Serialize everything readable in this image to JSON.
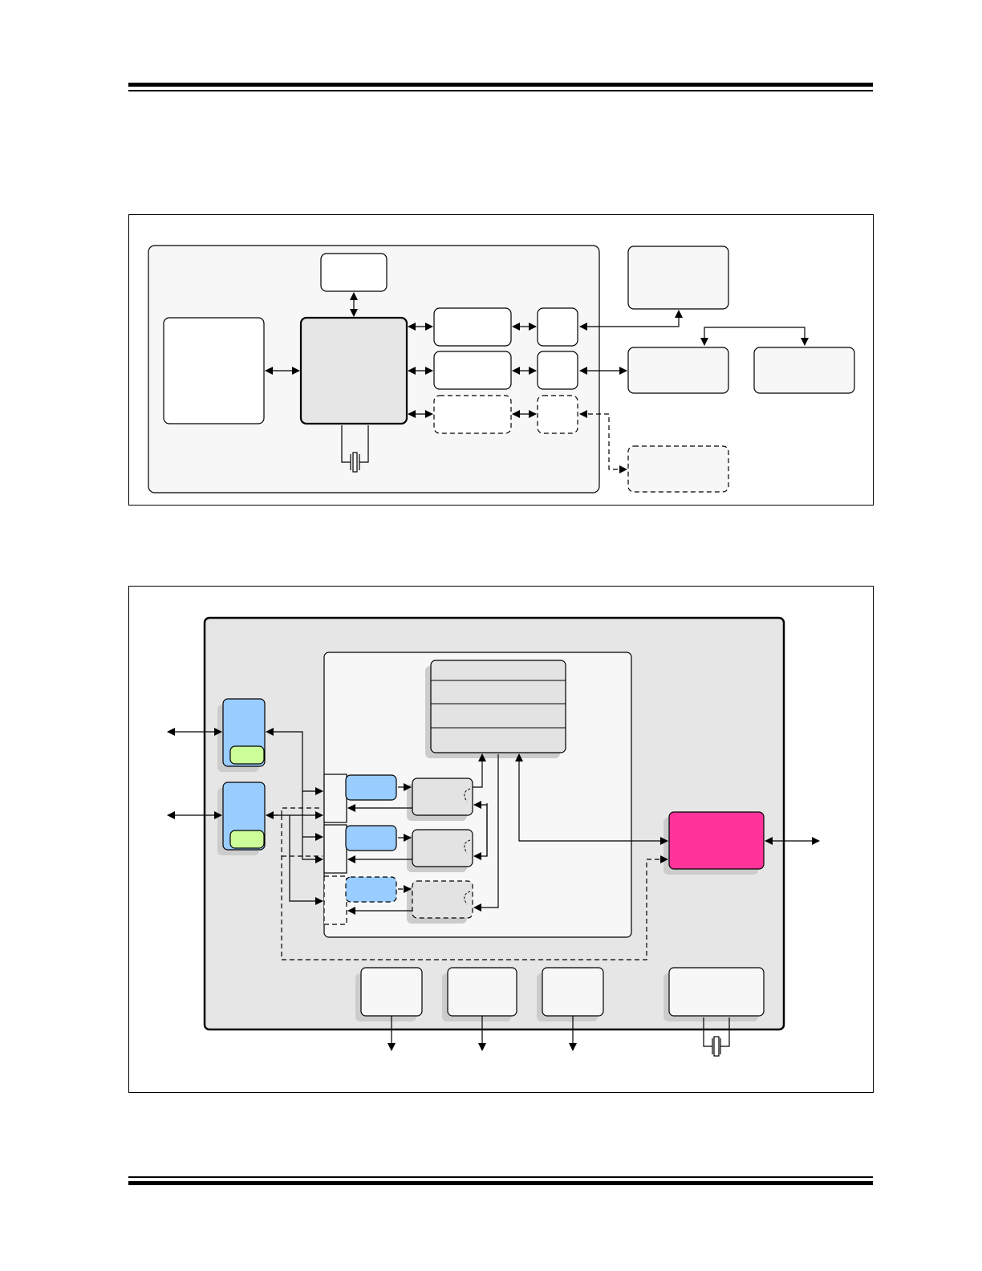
{
  "page": {
    "colors": {
      "ink": "#000000",
      "panel_light": "#f7f7f7",
      "panel_gray": "#e6e6e6",
      "block_gray": "#e3e3e3",
      "shadow": "#cccccc",
      "blue_block": "#99ccff",
      "green_tab": "#ccff99",
      "magenta_block": "#ff3399"
    }
  },
  "figure_system": {
    "blocks": [
      "host-panel",
      "top-block",
      "left-memory-block",
      "central-controller",
      "interface-block-1",
      "interface-block-2",
      "interface-block-3-optional",
      "phy-block-1",
      "phy-block-2",
      "phy-block-3-optional",
      "external-device-top",
      "external-device-mid",
      "external-device-right",
      "external-device-optional"
    ],
    "icons": [
      "crystal-icon"
    ]
  },
  "figure_internal": {
    "blocks": [
      "device-panel",
      "core-panel",
      "register-stack",
      "port-block-a",
      "port-block-b",
      "port-tab-a",
      "port-tab-b",
      "switch-channel-1",
      "switch-channel-2",
      "switch-channel-3-optional",
      "buffer-1",
      "buffer-2",
      "buffer-3-optional",
      "engine-1",
      "engine-2",
      "engine-3-optional",
      "host-interface-block",
      "bottom-block-1",
      "bottom-block-2",
      "bottom-block-3",
      "clock-block"
    ],
    "icons": [
      "crystal-icon"
    ]
  }
}
